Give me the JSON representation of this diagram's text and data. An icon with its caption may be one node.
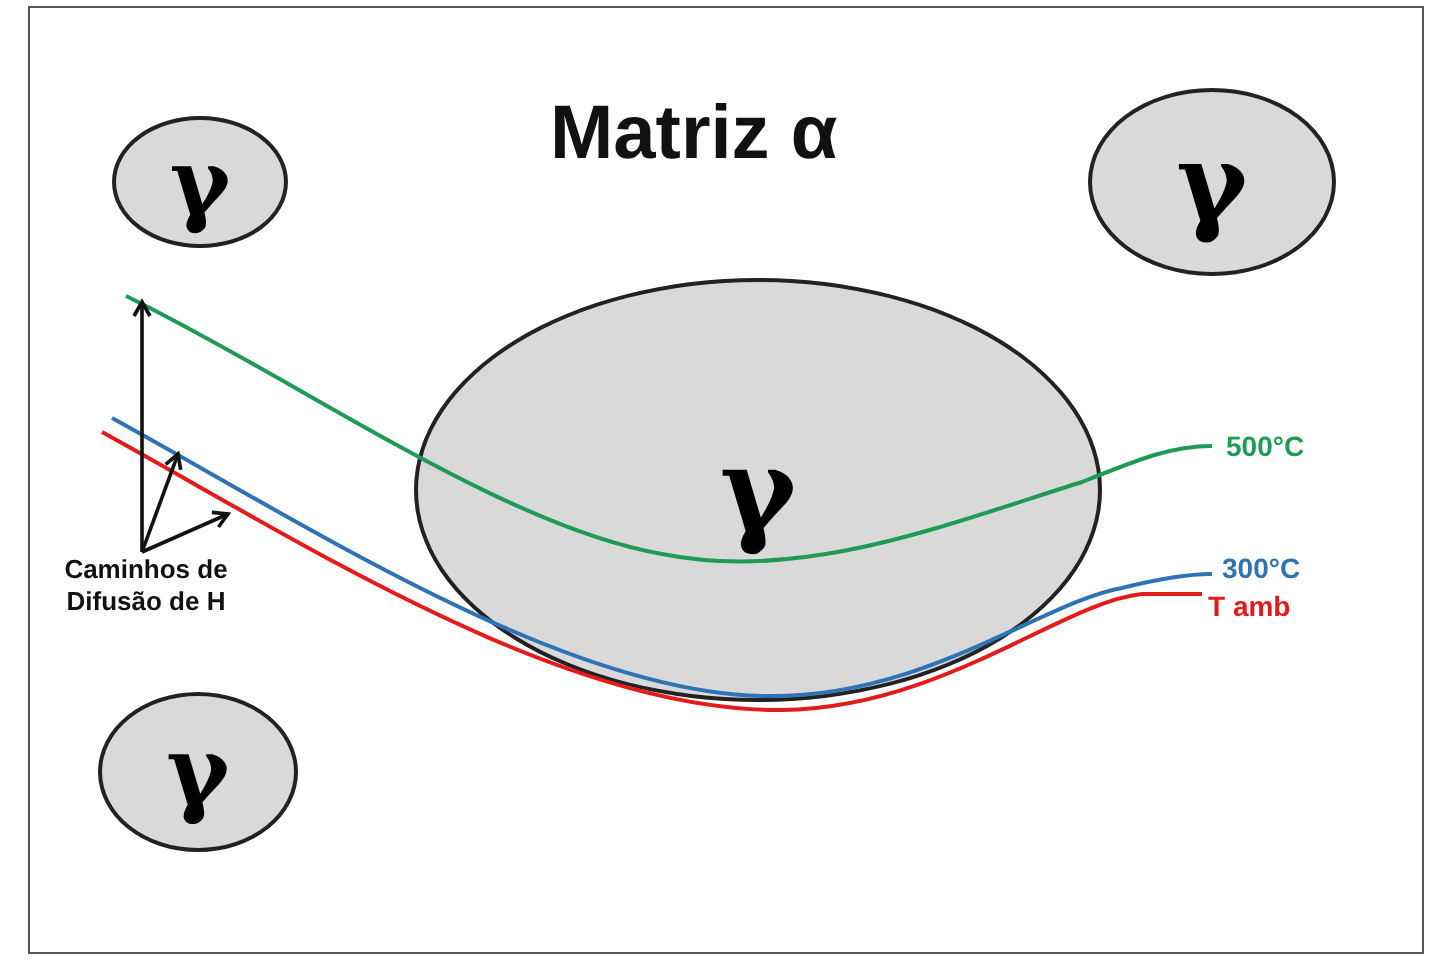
{
  "diagram": {
    "title": "Matriz α",
    "nodes": [
      {
        "text": [
          "γ"
        ]
      },
      {
        "text": [
          "γ"
        ]
      },
      {
        "text": [
          "γ"
        ]
      },
      {
        "text": [
          "γ"
        ]
      },
      {
        "text": [],
        "shape": "curve",
        "beside": [
          "500°C"
        ]
      },
      {
        "text": [],
        "shape": "curve",
        "beside": [
          "300°C"
        ]
      },
      {
        "text": [],
        "shape": "curve",
        "beside": [
          "T amb"
        ]
      },
      {
        "text": [
          "Caminhos de Difusão de H"
        ]
      }
    ],
    "edges": [
      {
        "from": 7,
        "to": 4,
        "arrow": "to"
      },
      {
        "from": 7,
        "to": 5,
        "arrow": "to"
      },
      {
        "from": 7,
        "to": 6,
        "arrow": "to"
      }
    ]
  }
}
